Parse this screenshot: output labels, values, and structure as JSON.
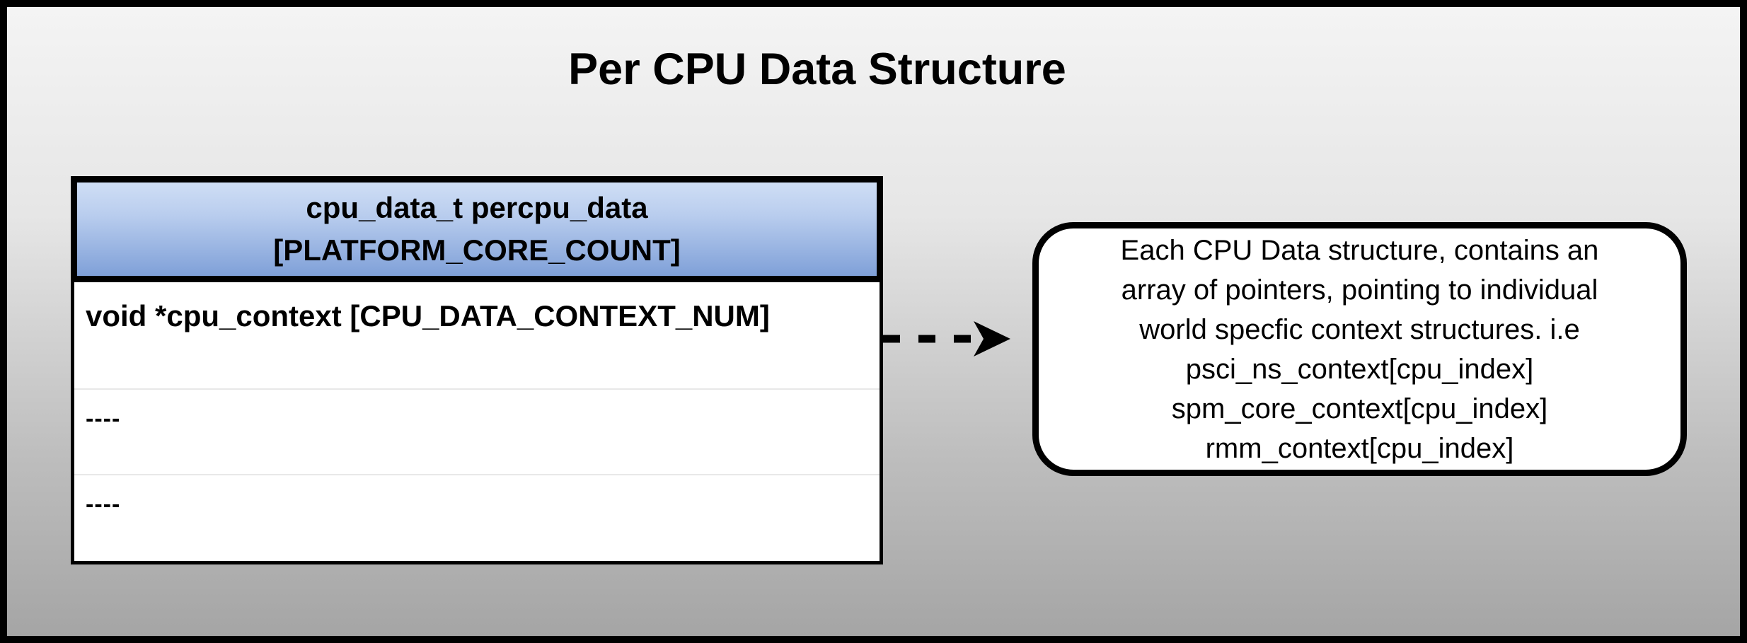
{
  "page": {
    "title": "Per CPU Data Structure"
  },
  "struct_table": {
    "header_line1": "cpu_data_t percpu_data",
    "header_line2": "[PLATFORM_CORE_COUNT]",
    "rows": [
      {
        "label": "void *cpu_context [CPU_DATA_CONTEXT_NUM]"
      },
      {
        "label": "----"
      },
      {
        "label": "----"
      }
    ]
  },
  "connector": {
    "type": "dashed-arrow",
    "direction": "right"
  },
  "annotation_box": {
    "lines": [
      "Each CPU Data structure, contains an",
      "array of pointers, pointing to individual",
      "world specfic context structures. i.e",
      "psci_ns_context[cpu_index]",
      "spm_core_context[cpu_index]",
      "rmm_context[cpu_index]"
    ]
  },
  "colors": {
    "header_gradient_top": "#cfdef5",
    "header_gradient_mid": "#b9cdee",
    "header_gradient_bottom": "#7fa0d8",
    "box_border": "#000000",
    "note_background": "#ffffff",
    "page_gradient_top": "#f4f4f4",
    "page_gradient_bottom": "#a5a5a5",
    "row_divider": "#e8e8e8"
  }
}
